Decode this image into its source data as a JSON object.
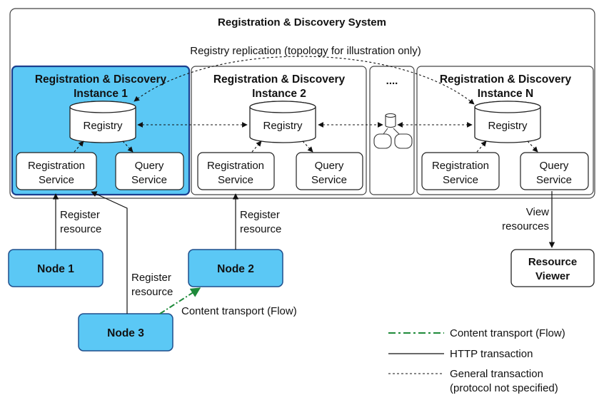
{
  "system": {
    "title": "Registration & Discovery System"
  },
  "replication_label": "Registry replication (topology for illustration only)",
  "instances": [
    {
      "title_line1": "Registration & Discovery",
      "title_line2": "Instance 1"
    },
    {
      "title_line1": "Registration & Discovery",
      "title_line2": "Instance 2"
    },
    {
      "title_line1": "Registration & Discovery",
      "title_line2": "Instance N"
    }
  ],
  "ellipsis": "....",
  "registry_label": "Registry",
  "registration_service": {
    "line1": "Registration",
    "line2": "Service"
  },
  "query_service": {
    "line1": "Query",
    "line2": "Service"
  },
  "nodes": {
    "node1": "Node 1",
    "node2": "Node 2",
    "node3": "Node 3"
  },
  "edge_labels": {
    "register_resource": {
      "line1": "Register",
      "line2": "resource"
    },
    "view_resources": {
      "line1": "View",
      "line2": "resources"
    },
    "content_transport": "Content transport (Flow)"
  },
  "resource_viewer": {
    "line1": "Resource",
    "line2": "Viewer"
  },
  "legend": {
    "flow": "Content transport (Flow)",
    "http": "HTTP transaction",
    "general_line1": "General transaction",
    "general_line2": "(protocol not specified)"
  },
  "colors": {
    "node_fill": "#5bc8f5",
    "node_stroke": "#1f4e8c",
    "instance1_stroke": "#1a3f8f",
    "flow_green": "#1e8a3a"
  }
}
